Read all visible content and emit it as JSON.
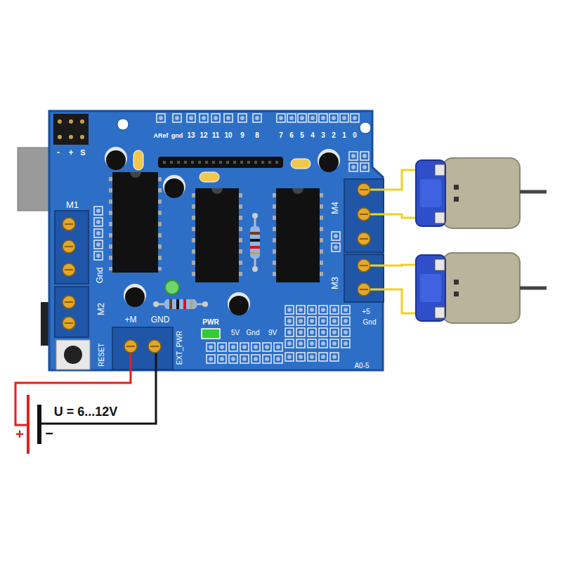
{
  "diagram": {
    "labels": [
      "-",
      "+",
      "S",
      "ARef",
      "gnd",
      "13",
      "12",
      "11",
      "10",
      "9",
      "8",
      "7",
      "6",
      "5",
      "4",
      "3",
      "2",
      "1",
      "0",
      "M1",
      "Gnd",
      "M2",
      "M4",
      "M3",
      "+M",
      "GND",
      "EXT_PWR",
      "RESET",
      "PWR",
      "5V",
      "Gnd",
      "9V",
      "+5",
      "Gnd",
      "A0-5",
      "U = 6...12V",
      "+",
      "−"
    ]
  }
}
